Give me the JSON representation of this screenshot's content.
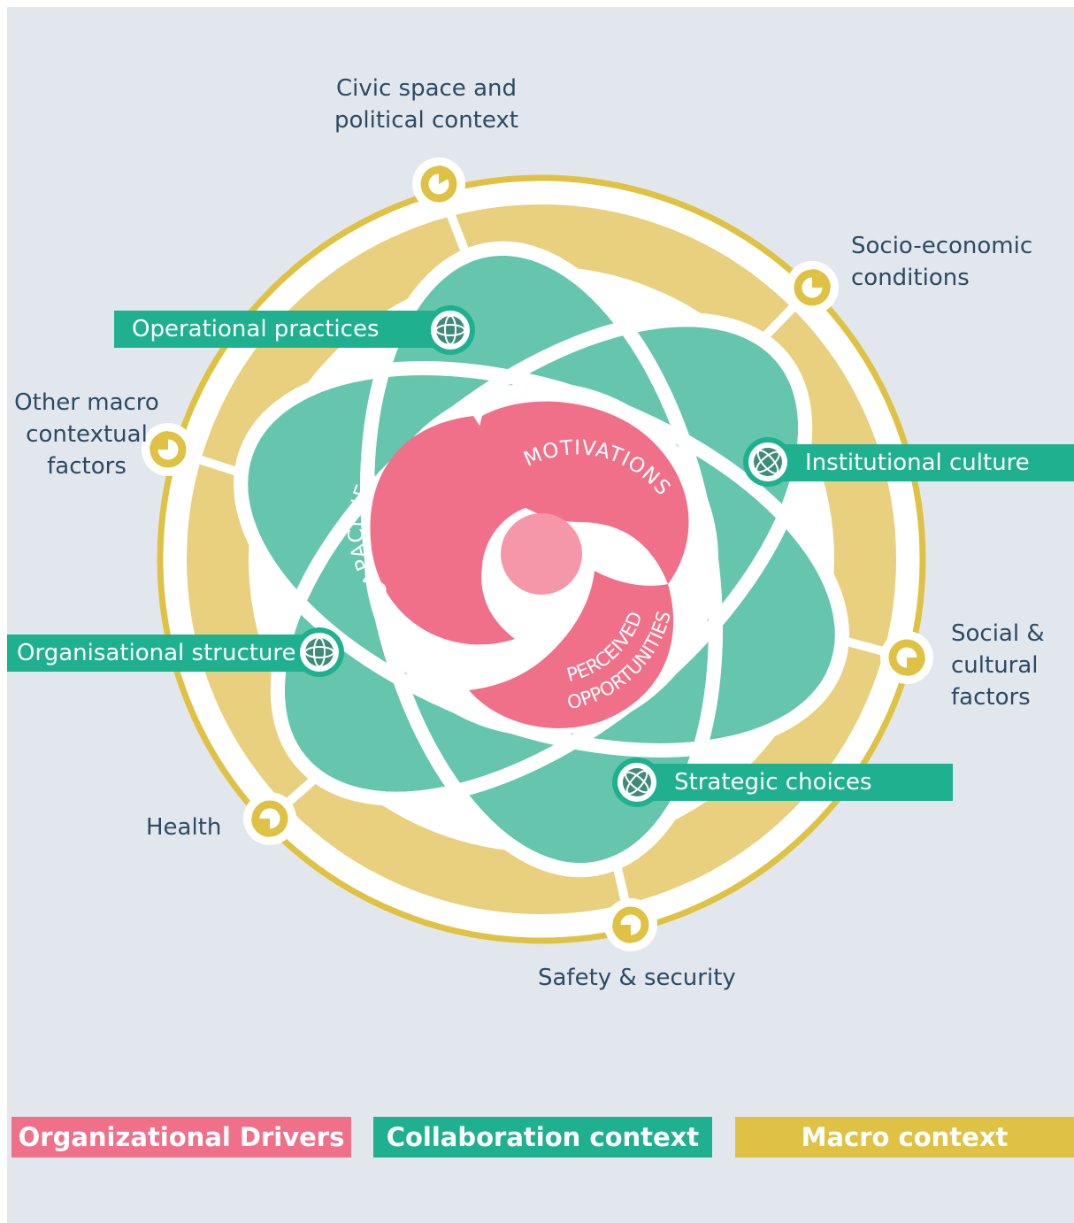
{
  "colors": {
    "background": "#e2e7ee",
    "organizational_drivers": "#f07089",
    "collaboration_context": "#1fb08f",
    "macro_context": "#dfc244",
    "macro_band_fill": "#e8d07e",
    "petal_fill": "#66c6ad"
  },
  "drivers": {
    "capacities": "CAPACITIES",
    "motivations": "MOTIVATIONS",
    "perceived_line1": "PERCEIVED",
    "perceived_line2": "OPPORTUNITIES"
  },
  "collaboration": {
    "operational": "Operational practices",
    "institutional": "Institutional culture",
    "organisational": "Organisational structures",
    "strategic": "Strategic choices"
  },
  "macro": {
    "civic_line1": "Civic space and",
    "civic_line2": "political context",
    "socio_line1": "Socio-economic",
    "socio_line2": "conditions",
    "other_line1": "Other macro",
    "other_line2": "contextual",
    "other_line3": "factors",
    "social_line1": "Social &",
    "social_line2": "cultural",
    "social_line3": "factors",
    "health": "Health",
    "safety": "Safety & security"
  },
  "legend": {
    "drivers": "Organizational Drivers",
    "collaboration": "Collaboration context",
    "macro": "Macro context"
  },
  "icons": {
    "macro_node": "pie-chart-icon",
    "collab_node": "globe-network-icon"
  }
}
